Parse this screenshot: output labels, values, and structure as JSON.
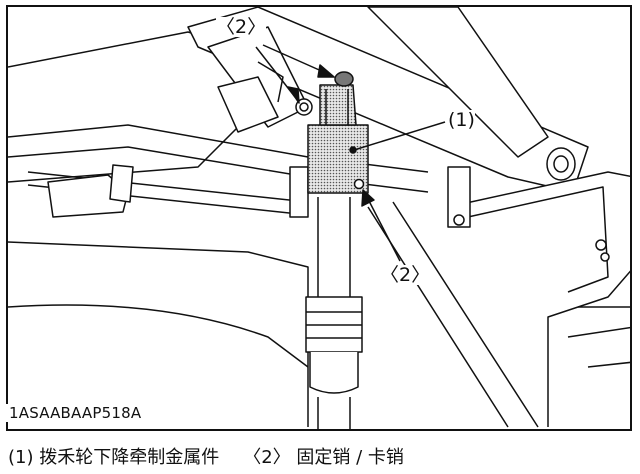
{
  "figure": {
    "code": "1ASAABAAP518A",
    "callouts": {
      "part": "(1)",
      "pin_top": "〈2〉",
      "pin_bottom": "〈2〉"
    }
  },
  "caption": {
    "item1": "(1) 拨禾轮下降牵制金属件",
    "item2": "〈2〉 固定销 / 卡销"
  },
  "colors": {
    "line": "#111111",
    "shade": "#cfcfcf"
  }
}
